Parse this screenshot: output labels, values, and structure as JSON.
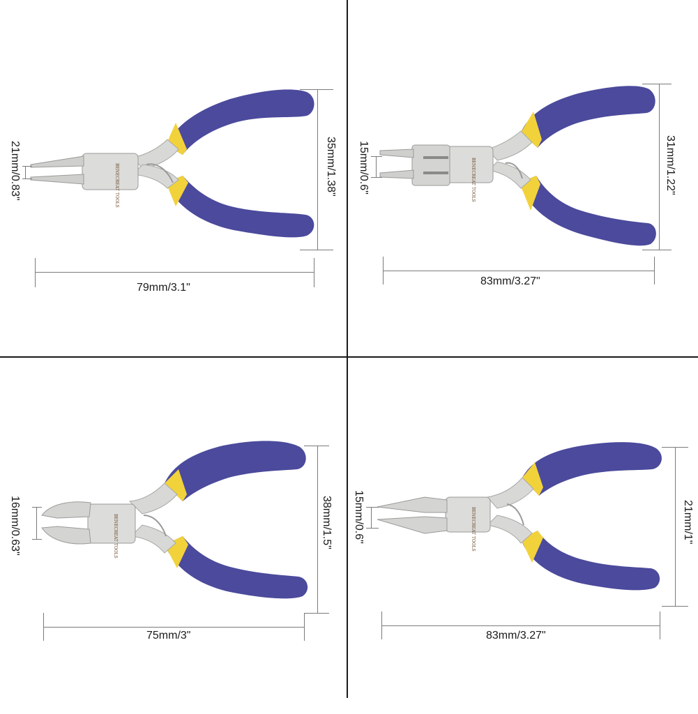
{
  "image": {
    "description": "Product dimension sheet showing four mini jewelry pliers in a 2x2 grid",
    "brand_mark": "BENECREAT TOOLS",
    "colors": {
      "handle": "#4b4a9c",
      "handle_shade": "#3d3b8a",
      "collar": "#f2d23a",
      "steel": "#d8d8d6",
      "steel_dark": "#a8a8a6",
      "dimension_line": "#7a7a7a",
      "text": "#1a1a1a",
      "divider": "#1a1a1a"
    }
  },
  "panels": [
    {
      "name": "round-nose-pliers",
      "tip_gap": "21mm/0.83\"",
      "handle_span": "35mm/1.38\"",
      "length": "79mm/3.1\""
    },
    {
      "name": "round-nose-concave-pliers",
      "tip_gap": "15mm/0.6\"",
      "handle_span": "31mm/1.22\"",
      "length": "83mm/3.27\""
    },
    {
      "name": "side-cutter-pliers",
      "tip_gap": "16mm/0.63\"",
      "handle_span": "38mm/1.5\"",
      "length": "75mm/3\""
    },
    {
      "name": "chain-nose-pliers",
      "tip_gap": "15mm/0.6\"",
      "handle_span": "21mm/1\"",
      "length": "83mm/3.27\""
    }
  ]
}
